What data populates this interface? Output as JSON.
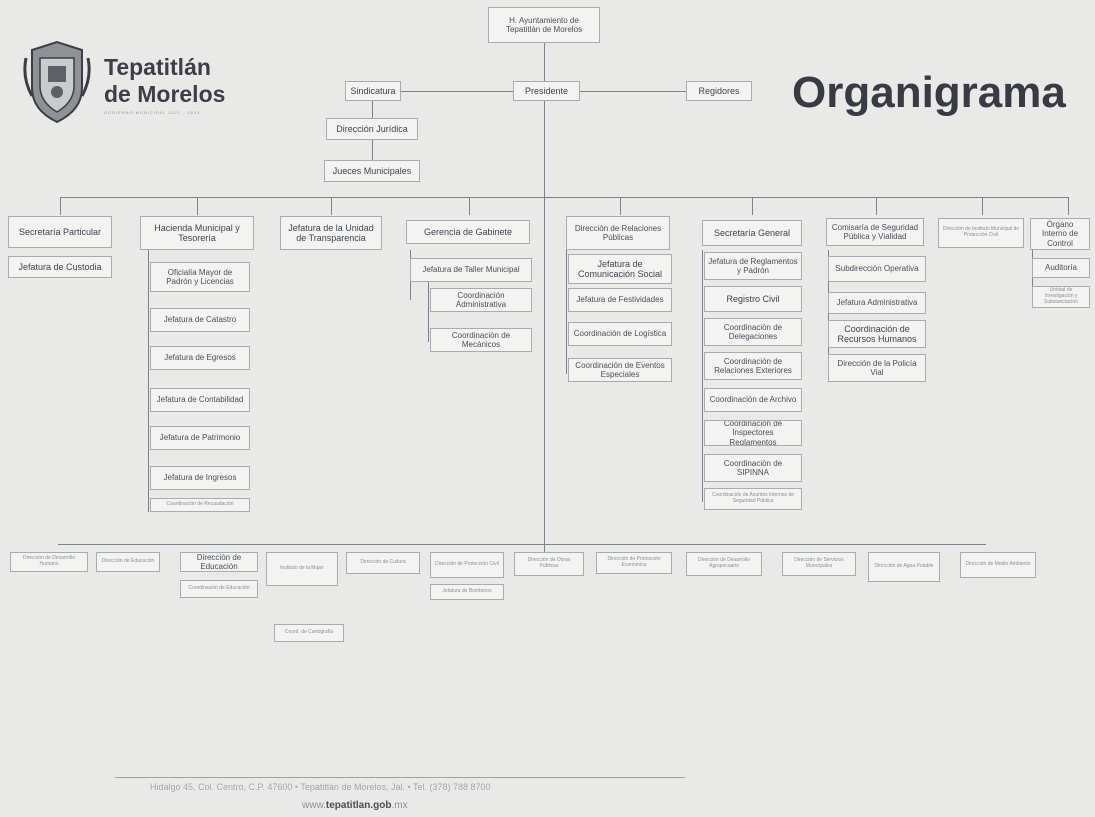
{
  "brand": {
    "line1": "Tepatitlán",
    "line2": "de Morelos",
    "tagline": "GOBIERNO MUNICIPAL 2021 - 2024"
  },
  "title": "Organigrama",
  "colors": {
    "background": "#e9eae8",
    "box": "#f3f4f2",
    "border": "#a7abb2",
    "text": "#3a3d45",
    "line": "#7d8189"
  },
  "nodes": {
    "ayuntamiento": "H. Ayuntamiento de Tepatitlán de Morelos",
    "presidente": "Presidente",
    "sindicatura": "Sindicatura",
    "regidores": "Regidores",
    "direccion_juridica": "Dirección Jurídica",
    "jueces_municipales": "Jueces Municipales",
    "secretaria_particular": "Secretaría Particular",
    "jefatura_custodia": "Jefatura de Custodia",
    "hacienda": "Hacienda Municipal y Tesorería",
    "hacienda_children": [
      "Oficialía Mayor de Padrón y Licencias",
      "Jefatura de Catastro",
      "Jefatura de Egresos",
      "Jefatura de Contabilidad",
      "Jefatura de Patrimonio",
      "Jefatura de Ingresos",
      "Coordinación de Recaudación"
    ],
    "transparencia": "Jefatura de la Unidad de Transparencia",
    "gabinete": "Gerencia de Gabinete",
    "taller_municipal": "Jefatura de Taller Municipal",
    "gabinete_children": [
      "Coordinación Administrativa",
      "Coordinación de Mecánicos"
    ],
    "relaciones_publicas": "Dirección de Relaciones Públicas",
    "relaciones_children": [
      "Jefatura de Comunicación Social",
      "Jefatura de Festividades",
      "Coordinación de Logística",
      "Coordinación de Eventos Especiales"
    ],
    "secretaria_general": "Secretaría General",
    "secretaria_children": [
      "Jefatura de Reglamentos y Padrón",
      "Registro Civil",
      "Coordinación de Delegaciones",
      "Coordinación de Relaciones Exteriores",
      "Coordinación de Archivo",
      "Coordinación de Inspectores Reglamentos",
      "Coordinación de SIPINNA",
      "Coordinación de Asuntos Internos de Seguridad Pública"
    ],
    "seguridad": "Comisaría de Seguridad Pública y Vialidad",
    "seguridad_children": [
      "Subdirección Operativa",
      "Jefatura Administrativa",
      "Coordinación de Recursos Humanos",
      "Dirección de la Policía Vial"
    ],
    "proteccion_dir": "Dirección de Instituto Municipal de Protección Civil",
    "control_interno": "Órgano Interno de Control",
    "control_children": [
      "Auditoría",
      "Unidad de Investigación y Substanciación"
    ],
    "lower_tier": [
      "Dirección de Desarrollo Humano",
      "Dirección de Educación",
      "Instituto de la Mujer",
      "Dirección de Cultura",
      "Dirección de Protección Civil",
      "Dirección de Obras Públicas",
      "Dirección de Promoción Económica",
      "Dirección de Desarrollo Agropecuario",
      "Dirección de Servicios Municipales",
      "Dirección de Agua Potable",
      "Dirección de Medio Ambiente"
    ],
    "educacion_child": "Coordinación de Educación",
    "cartografia": "Coord. de Cartografía",
    "proteccion_child": "Jefatura de Bomberos"
  },
  "footer": {
    "address": "Hidalgo 45, Col. Centro, C.P. 47600 • Tepatitlán de Morelos, Jal. • Tel. (378) 788 8700",
    "web_prefix": "www.",
    "web_bold": "tepatitlan.gob",
    "web_suffix": ".mx"
  }
}
